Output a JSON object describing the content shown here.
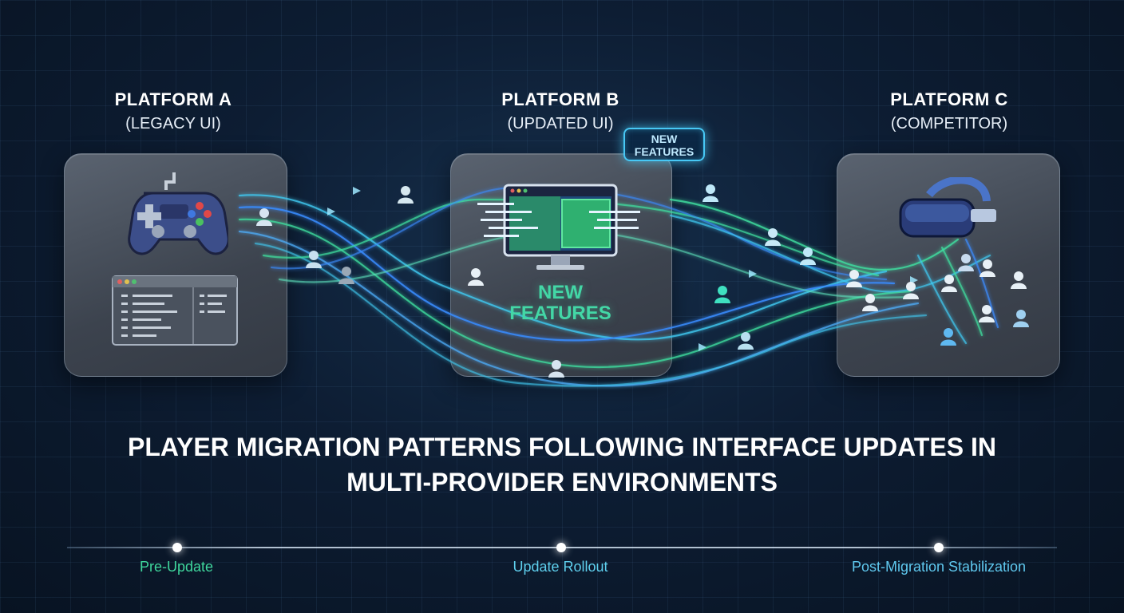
{
  "platforms": [
    {
      "name": "PLATFORM A",
      "sub": "(LEGACY UI)"
    },
    {
      "name": "PLATFORM B",
      "sub": "(UPDATED UI)"
    },
    {
      "name": "PLATFORM C",
      "sub": "(COMPETITOR)"
    }
  ],
  "badge": "NEW\nFEATURES",
  "panel_feature": "NEW\nFEATURES",
  "title": "PLAYER MIGRATION PATTERNS FOLLOWING INTERFACE UPDATES IN MULTI-PROVIDER ENVIRONMENTS",
  "timeline": [
    {
      "label": "Pre-Update",
      "color": "#3fd69c"
    },
    {
      "label": "Update Rollout",
      "color": "#5fd0ee"
    },
    {
      "label": "Post-Migration Stabilization",
      "color": "#5fc8ee"
    }
  ],
  "colors": {
    "cyan": "#3fc8f0",
    "green": "#3fe0a0",
    "blue": "#3a8cff"
  },
  "icons": [
    "gamepad-icon",
    "window-icon",
    "monitor-icon",
    "vr-headset-icon",
    "user-icon"
  ]
}
